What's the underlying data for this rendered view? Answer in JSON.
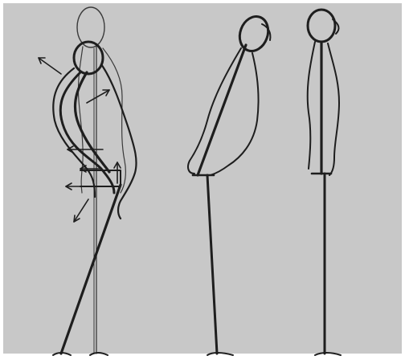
{
  "colors": {
    "paper": "#c8c8c8",
    "paper_edge": "#ffffff",
    "ink": "#1e1e1e",
    "faint_ink": "#3a3a3a"
  },
  "figures": [
    {
      "name": "posture-correction-figure",
      "description_visible_text": ""
    },
    {
      "name": "slouched-figure",
      "description_visible_text": ""
    },
    {
      "name": "upright-figure",
      "description_visible_text": ""
    }
  ],
  "icons": [
    "arrow-icon"
  ]
}
